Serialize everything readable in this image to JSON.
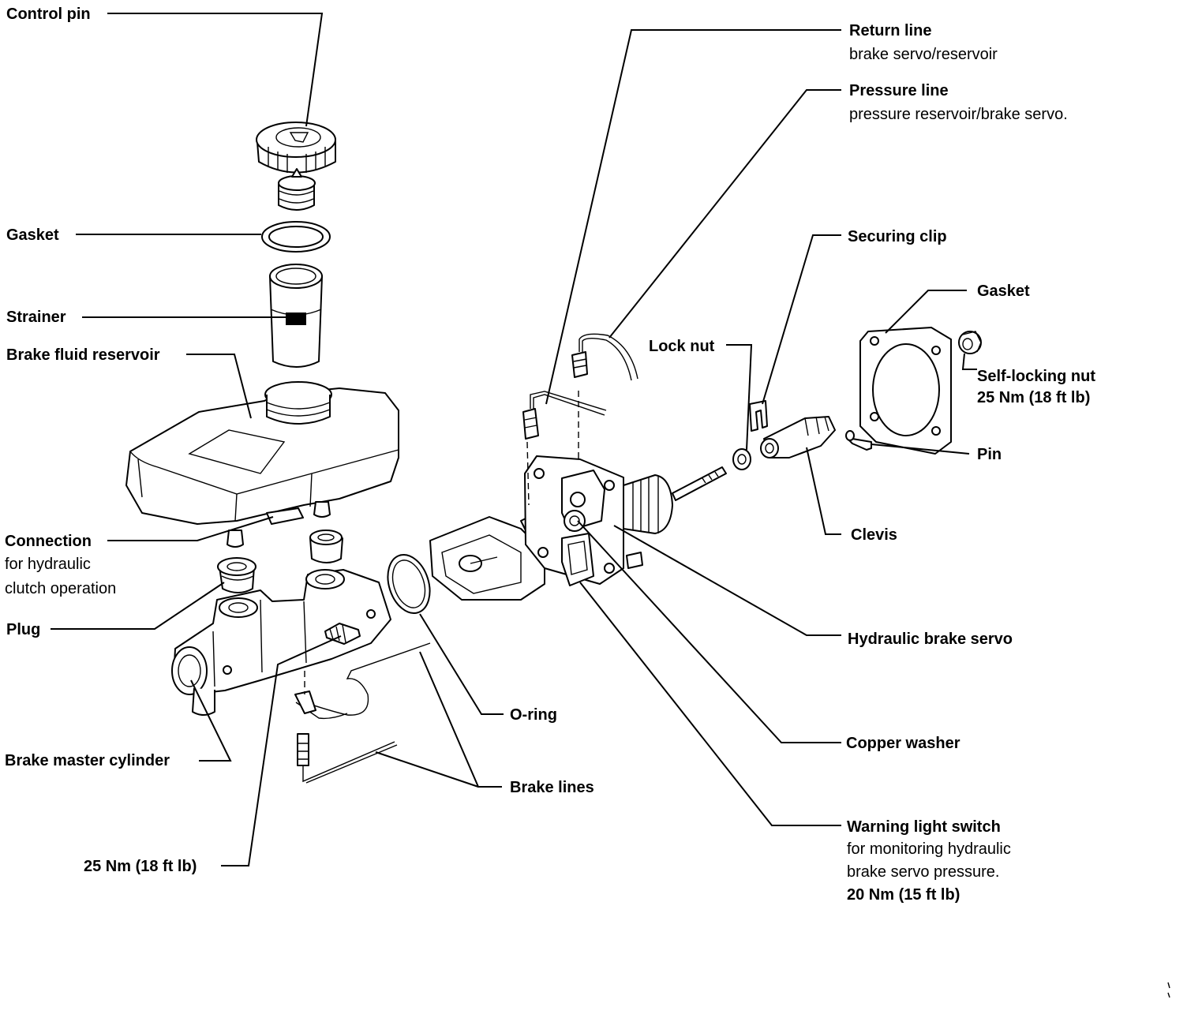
{
  "labels": {
    "control_pin": "Control pin",
    "gasket_reservoir": "Gasket",
    "strainer": "Strainer",
    "brake_fluid_reservoir": "Brake fluid reservoir",
    "connection_line1": "Connection",
    "connection_line2": "for hydraulic",
    "connection_line3": "clutch operation",
    "plug": "Plug",
    "brake_master_cylinder": "Brake master cylinder",
    "torque_master": "25 Nm (18 ft lb)",
    "return_line_title": "Return line",
    "return_line_sub": "brake servo/reservoir",
    "pressure_line_title": "Pressure line",
    "pressure_line_sub": "pressure reservoir/brake servo.",
    "securing_clip": "Securing clip",
    "gasket_servo": "Gasket",
    "lock_nut": "Lock nut",
    "self_locking_nut_line1": "Self-locking nut",
    "self_locking_nut_line2": "25 Nm (18 ft lb)",
    "pin": "Pin",
    "clevis": "Clevis",
    "hydraulic_brake_servo": "Hydraulic brake servo",
    "o_ring": "O-ring",
    "copper_washer": "Copper washer",
    "brake_lines": "Brake lines",
    "warning_switch_title": "Warning light switch",
    "warning_switch_line2": "for monitoring hydraulic",
    "warning_switch_line3": "brake servo pressure.",
    "warning_switch_torque": "20 Nm (15 ft lb)"
  }
}
